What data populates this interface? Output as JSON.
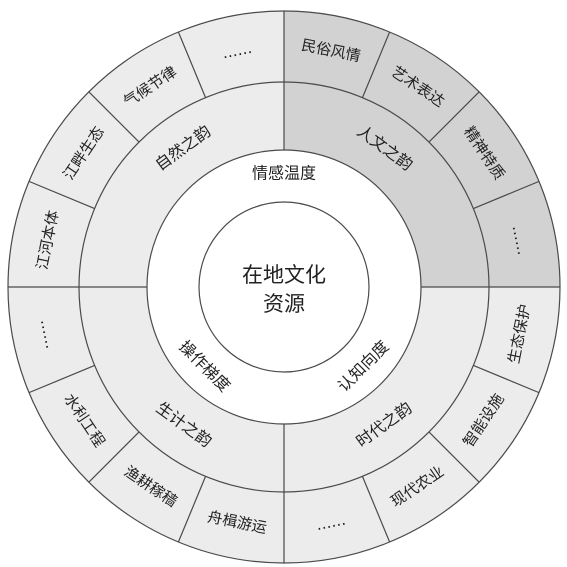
{
  "center": {
    "lines": [
      "在地文化",
      "资源"
    ]
  },
  "inner_ring": [
    {
      "label": "情感温度"
    },
    {
      "label": "认知向度"
    },
    {
      "label": "操作梯度"
    }
  ],
  "middle_ring": [
    {
      "label": "人文之韵"
    },
    {
      "label": "时代之韵"
    },
    {
      "label": "生计之韵"
    },
    {
      "label": "自然之韵"
    }
  ],
  "outer_ring": [
    {
      "label": "民俗风情"
    },
    {
      "label": "艺术表达"
    },
    {
      "label": "精神特质"
    },
    {
      "label": "……"
    },
    {
      "label": "生态保护"
    },
    {
      "label": "智能设施"
    },
    {
      "label": "现代农业"
    },
    {
      "label": "……"
    },
    {
      "label": "舟楫游运"
    },
    {
      "label": "渔耕稼穑"
    },
    {
      "label": "水利工程"
    },
    {
      "label": "……"
    },
    {
      "label": "江河本体"
    },
    {
      "label": "江畔生态"
    },
    {
      "label": "气候节律"
    },
    {
      "label": "……"
    }
  ],
  "colors": {
    "humanities_fill": "#d2d2d2",
    "other_fill": "#ececec",
    "inner_fill": "#ffffff",
    "line": "#4a4a4a",
    "text": "#222222"
  }
}
